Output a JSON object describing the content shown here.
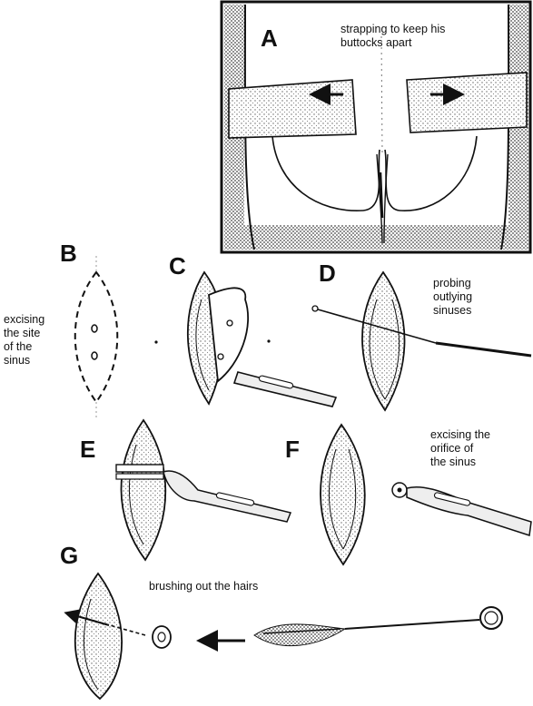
{
  "panels": {
    "a": {
      "letter": "A",
      "caption": [
        "strapping to keep his",
        "buttocks apart"
      ]
    },
    "b": {
      "letter": "B",
      "caption": [
        "excising",
        "the site",
        "of the",
        "sinus"
      ]
    },
    "c": {
      "letter": "C"
    },
    "d": {
      "letter": "D",
      "caption": [
        "probing",
        "outlying",
        "sinuses"
      ]
    },
    "e": {
      "letter": "E"
    },
    "f": {
      "letter": "F",
      "caption": [
        "excising the",
        "orifice of",
        "the sinus"
      ]
    },
    "g": {
      "letter": "G",
      "caption": [
        "brushing out the hairs"
      ]
    }
  },
  "colors": {
    "ink": "#111111",
    "paper": "#ffffff",
    "stipple": "#9a9a9a"
  }
}
